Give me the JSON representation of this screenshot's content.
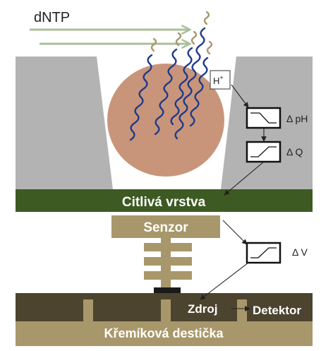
{
  "labels": {
    "dntp": "dNTP",
    "h_plus": "H",
    "h_plus_sup": "+",
    "delta_ph": "Δ pH",
    "delta_q": "Δ Q",
    "delta_v": "Δ V",
    "sensitive_layer": "Citlivá vrstva",
    "sensor": "Senzor",
    "source": "Zdroj",
    "detector": "Detektor",
    "silicon_wafer": "Křemíková destička"
  },
  "colors": {
    "well_wall": "#b3b3b3",
    "bead": "#c8957a",
    "sensitive_layer": "#3d5a22",
    "sensor": "#a8976a",
    "dark_substrate": "#4d4430",
    "silicon_wafer": "#a8976a",
    "arrow_green": "#a9bf9a",
    "dna_strand_a": "#1f3a8a",
    "dna_strand_b": "#a8976a"
  }
}
